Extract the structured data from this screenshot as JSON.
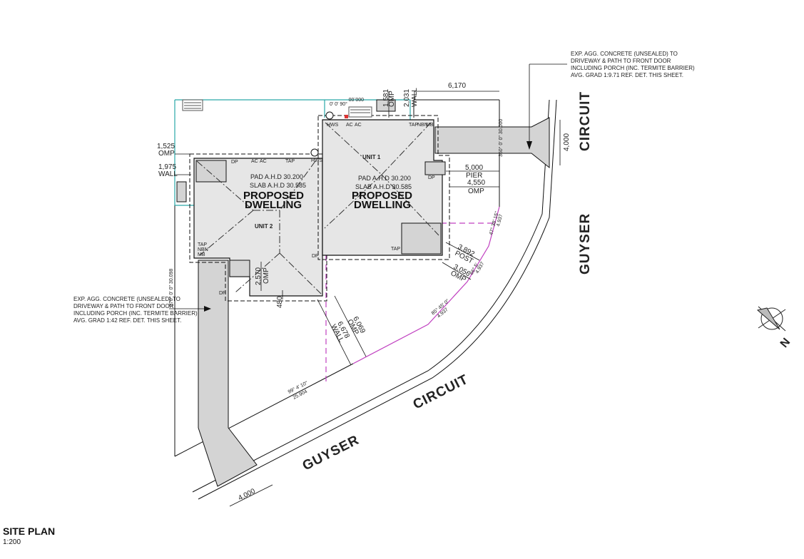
{
  "drawing": {
    "title": "SITE PLAN",
    "scale": "1:200"
  },
  "colors": {
    "boundary": "#2aa8a8",
    "setback": "#c040c0",
    "slab": "#e6e6e6",
    "concrete": "#d4d4d4"
  },
  "notes": {
    "driveway_right": [
      "EXP. AGG. CONCRETE (UNSEALED) TO",
      "DRIVEWAY & PATH TO FRONT DOOR",
      "INCLUDING PORCH (INC. TERMITE BARRIER)",
      "AVG. GRAD 1:9.71 REF. DET. THIS SHEET."
    ],
    "driveway_left": [
      "EXP. AGG. CONCRETE (UNSEALED) TO",
      "DRIVEWAY & PATH TO FRONT DOOR",
      "INCLUDING PORCH (INC. TERMITE BARRIER)",
      "AVG. GRAD 1:42 REF. DET. THIS SHEET."
    ]
  },
  "streets": {
    "right_1": "CIRCUIT",
    "right_2": "GUYSER",
    "bottom_1": "GUYSER",
    "bottom_2": "CIRCUIT"
  },
  "units": [
    {
      "name": "UNIT 1",
      "title_1": "PROPOSED",
      "title_2": "DWELLING",
      "pad": "PAD A.H.D 30.200",
      "slab": "SLAB A.H.D 30.585"
    },
    {
      "name": "UNIT 2",
      "title_1": "PROPOSED",
      "title_2": "DWELLING",
      "pad": "PAD A.H.D 30.200",
      "slab": "SLAB A.H.D 30.585"
    }
  ],
  "dimensions": {
    "omp_1581": "1,581",
    "omp_label": "OMP",
    "wall_2031": "2,031",
    "wall_label": "WALL",
    "top_6170": "6,170",
    "omp_1525": "1,525",
    "wall_1975": "1,975",
    "pier_5000": "5,000",
    "pier_label": "PIER",
    "omp_4550": "4,550",
    "post_3892": "3,892",
    "post_label": "POST",
    "omp_3056": "3,056",
    "omp_2570": "2,570",
    "d_480": "480",
    "omp_6069": "6,069",
    "wall_6678": "6,678",
    "drive_4000_right": "4,000",
    "drive_4000_bottom": "4,000"
  },
  "bearings": {
    "top": "000.00",
    "top_sub": "0'  0'  90°",
    "left": "270° 0' 0\"  30.098",
    "right": "360° 0' 0\"  30.000",
    "front": "99° 4' 10\"",
    "front_len": "25.904",
    "arc_1": "47° 38' 15\"",
    "arc_1_len": "4.937",
    "arc_2": "66° 5'",
    "arc_2_len": "4.937",
    "arc_3": "85° 45' 0\"",
    "arc_3_len": "4.937"
  },
  "fixtures": {
    "ac": "AC",
    "tap": "TAP",
    "dp": "DP",
    "hws": "HWS",
    "nbn": "NBN",
    "mb": "MB",
    "rw": "RW"
  },
  "compass": {
    "label": "N"
  }
}
